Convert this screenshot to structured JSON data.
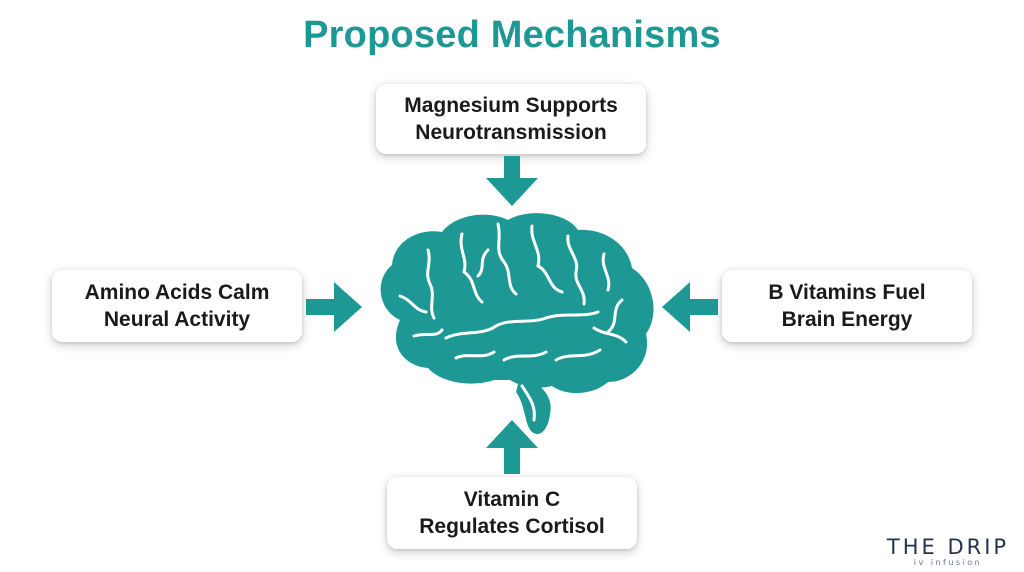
{
  "title": "Proposed Mechanisms",
  "colors": {
    "accent": "#1e9895",
    "card_text": "#1a1a1a",
    "logo": "#26334d"
  },
  "mechanisms": {
    "top": "Magnesium Supports\nNeurotransmission",
    "left": "Amino Acids Calm\nNeural Activity",
    "right": "B Vitamins Fuel\nBrain Energy",
    "bottom": "Vitamin C\nRegulates Cortisol"
  },
  "center_icon": "brain-icon",
  "logo": {
    "name": "THE DRIP",
    "tagline": "iv infusion"
  }
}
